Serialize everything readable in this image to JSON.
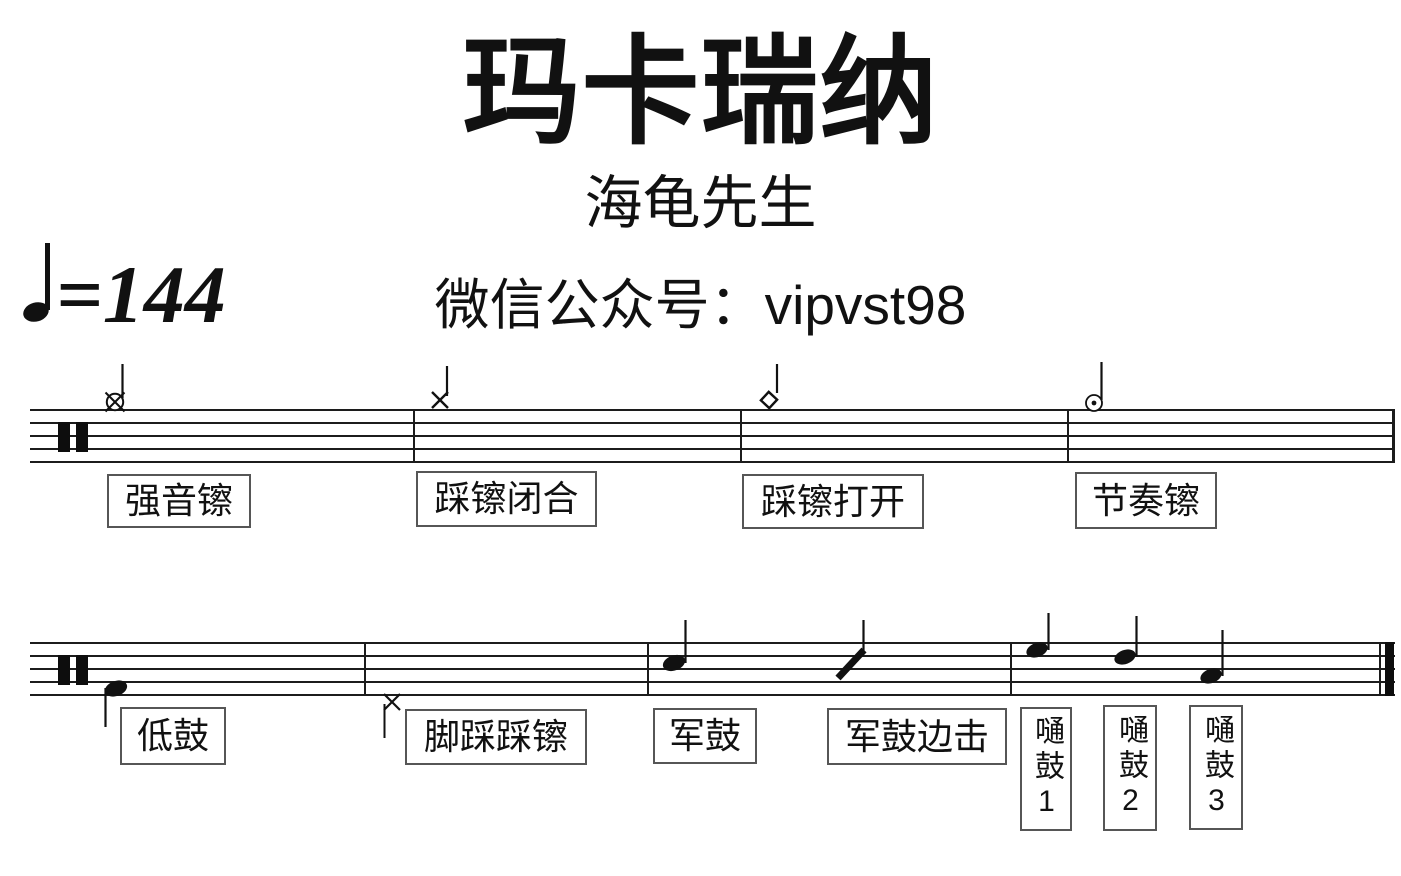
{
  "header": {
    "title": "玛卡瑞纳",
    "artist": "海龟先生",
    "tempo_bpm": "=144",
    "tempo_note_icon": "quarter-note-icon",
    "wechat_line": "微信公众号：vipvst98"
  },
  "colors": {
    "ink": "#111111",
    "background": "#ffffff"
  },
  "staff1": {
    "clef_icon": "percussion-clef-icon",
    "items": [
      {
        "label": "强音镲",
        "symbol": "crash-cymbal-circled-x-notehead"
      },
      {
        "label": "踩镲闭合",
        "symbol": "closed-hihat-x-notehead"
      },
      {
        "label": "踩镲打开",
        "symbol": "open-hihat-diamond-notehead"
      },
      {
        "label": "节奏镲",
        "symbol": "ride-cymbal-circled-dot-notehead"
      }
    ]
  },
  "staff2": {
    "clef_icon": "percussion-clef-icon",
    "items": [
      {
        "label": "低鼓",
        "symbol": "bass-drum-notehead"
      },
      {
        "label": "脚踩踩镲",
        "symbol": "foot-hihat-x-notehead"
      },
      {
        "label": "军鼓",
        "symbol": "snare-drum-notehead"
      },
      {
        "label": "军鼓边击",
        "symbol": "snare-rim-click-slash-notehead"
      },
      {
        "label": "嗵鼓1",
        "symbol": "tom1-notehead"
      },
      {
        "label": "嗵鼓2",
        "symbol": "tom2-notehead"
      },
      {
        "label": "嗵鼓3",
        "symbol": "tom3-notehead"
      }
    ]
  }
}
